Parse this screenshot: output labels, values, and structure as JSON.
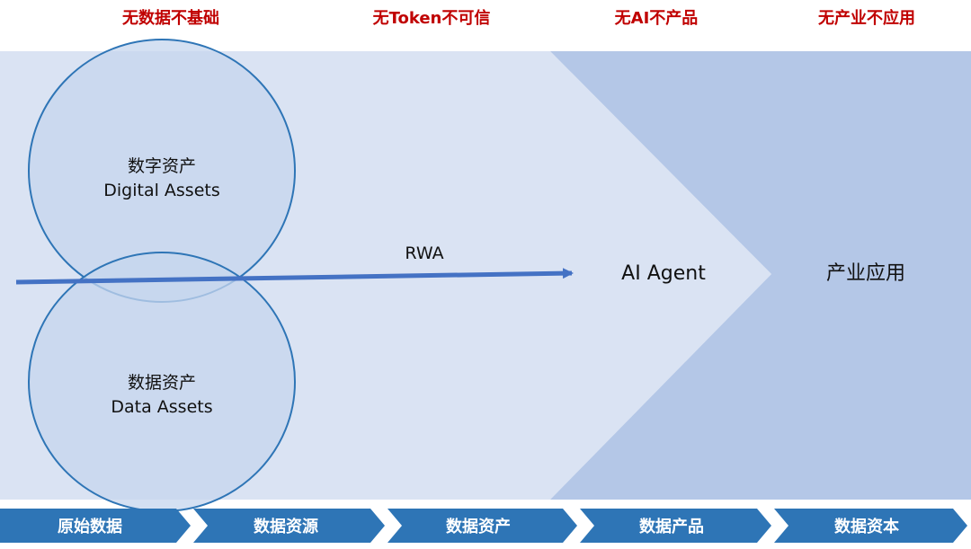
{
  "slogans": [
    "无数据不基础",
    "无Token不可信",
    "无AI不产品",
    "无产业不应用"
  ],
  "circles": {
    "digital": {
      "cn": "数字资产",
      "en": "Digital Assets"
    },
    "data": {
      "cn": "数据资产",
      "en": "Data Assets"
    }
  },
  "arrow_label": "RWA",
  "ai_agent": "AI Agent",
  "industry_app": "产业应用",
  "stages": [
    "原始数据",
    "数据资源",
    "数据资产",
    "数据产品",
    "数据资本"
  ],
  "colors": {
    "slogan": "#c00000",
    "background_light": "#dae3f3",
    "background_dark": "#b4c7e7",
    "circle_fill": "#c6d5ee",
    "circle_stroke": "#2e75b6",
    "arrow": "#4472c4",
    "stage_fill": "#2e75b6"
  }
}
